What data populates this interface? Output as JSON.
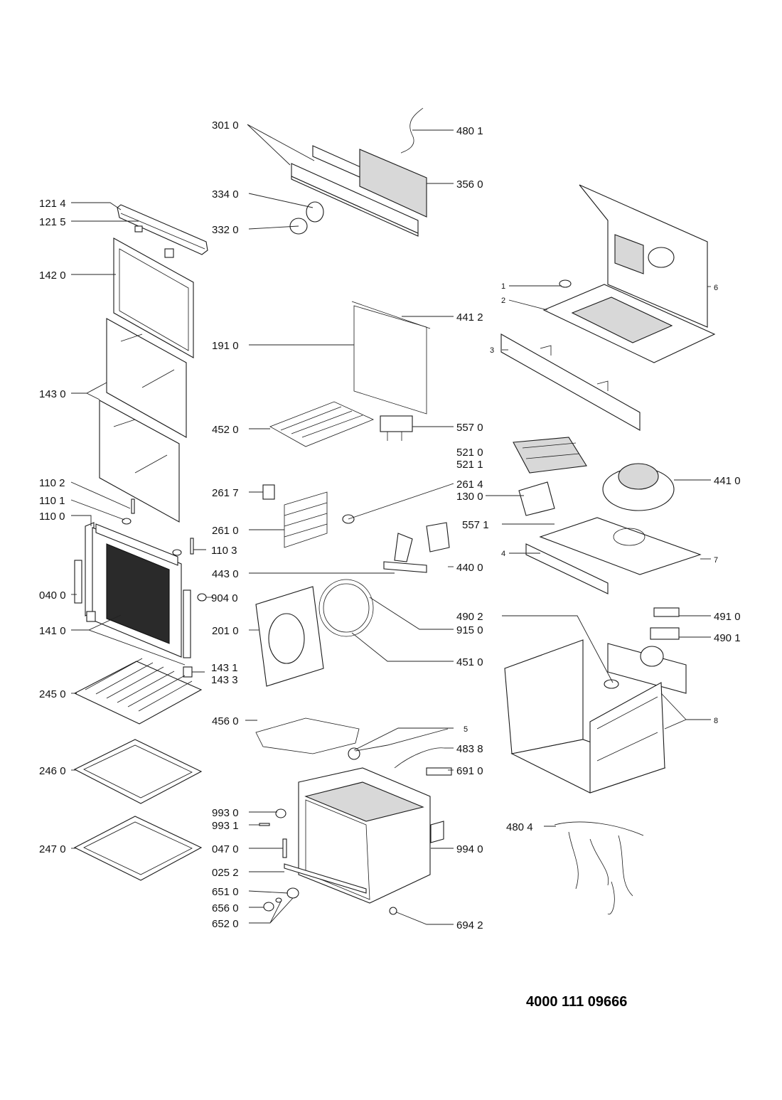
{
  "reference_code": "4000 111 09666",
  "labels": [
    {
      "id": "l3010",
      "text": "301 0"
    },
    {
      "id": "l4801",
      "text": "480 1"
    },
    {
      "id": "l3560",
      "text": "356 0"
    },
    {
      "id": "l3340",
      "text": "334 0"
    },
    {
      "id": "l3320",
      "text": "332 0"
    },
    {
      "id": "l1214",
      "text": "121 4"
    },
    {
      "id": "l1215",
      "text": "121 5"
    },
    {
      "id": "l1420",
      "text": "142 0"
    },
    {
      "id": "l1910",
      "text": "191 0"
    },
    {
      "id": "l4412",
      "text": "441 2"
    },
    {
      "id": "l1430",
      "text": "143 0"
    },
    {
      "id": "l4520",
      "text": "452 0"
    },
    {
      "id": "l5570",
      "text": "557 0"
    },
    {
      "id": "l5210",
      "text": "521 0"
    },
    {
      "id": "l5211",
      "text": "521 1"
    },
    {
      "id": "l1102",
      "text": "110 2"
    },
    {
      "id": "l1101",
      "text": "110 1"
    },
    {
      "id": "l1100",
      "text": "110 0"
    },
    {
      "id": "l2617",
      "text": "261 7"
    },
    {
      "id": "l2614",
      "text": "261 4"
    },
    {
      "id": "l1300",
      "text": "130 0"
    },
    {
      "id": "l4410",
      "text": "441 0"
    },
    {
      "id": "l2610",
      "text": "261 0"
    },
    {
      "id": "l1103",
      "text": "110 3"
    },
    {
      "id": "l5571",
      "text": "557 1"
    },
    {
      "id": "l4430",
      "text": "443 0"
    },
    {
      "id": "l4400",
      "text": "440 0"
    },
    {
      "id": "l0400",
      "text": "040 0"
    },
    {
      "id": "l9040",
      "text": "904 0"
    },
    {
      "id": "l1410",
      "text": "141 0"
    },
    {
      "id": "l2010",
      "text": "201 0"
    },
    {
      "id": "l9150",
      "text": "915 0"
    },
    {
      "id": "l4902",
      "text": "490 2"
    },
    {
      "id": "l4910",
      "text": "491 0"
    },
    {
      "id": "l4901",
      "text": "490 1"
    },
    {
      "id": "l4510",
      "text": "451 0"
    },
    {
      "id": "l1431",
      "text": "143 1"
    },
    {
      "id": "l1433",
      "text": "143 3"
    },
    {
      "id": "l2450",
      "text": "245 0"
    },
    {
      "id": "l4560",
      "text": "456 0"
    },
    {
      "id": "l4838",
      "text": "483 8"
    },
    {
      "id": "l2460",
      "text": "246 0"
    },
    {
      "id": "l6910",
      "text": "691 0"
    },
    {
      "id": "l9930",
      "text": "993 0"
    },
    {
      "id": "l9931",
      "text": "993 1"
    },
    {
      "id": "l4804",
      "text": "480 4"
    },
    {
      "id": "l2470",
      "text": "247 0"
    },
    {
      "id": "l0470",
      "text": "047 0"
    },
    {
      "id": "l9940",
      "text": "994 0"
    },
    {
      "id": "l0252",
      "text": "025 2"
    },
    {
      "id": "l6510",
      "text": "651 0"
    },
    {
      "id": "l6560",
      "text": "656 0"
    },
    {
      "id": "l6520",
      "text": "652 0"
    },
    {
      "id": "l6942",
      "text": "694 2"
    }
  ],
  "callouts": [
    {
      "id": "c1",
      "text": "1"
    },
    {
      "id": "c2",
      "text": "2"
    },
    {
      "id": "c3",
      "text": "3"
    },
    {
      "id": "c4",
      "text": "4"
    },
    {
      "id": "c5",
      "text": "5"
    },
    {
      "id": "c6",
      "text": "6"
    },
    {
      "id": "c7",
      "text": "7"
    },
    {
      "id": "c8",
      "text": "8"
    }
  ]
}
